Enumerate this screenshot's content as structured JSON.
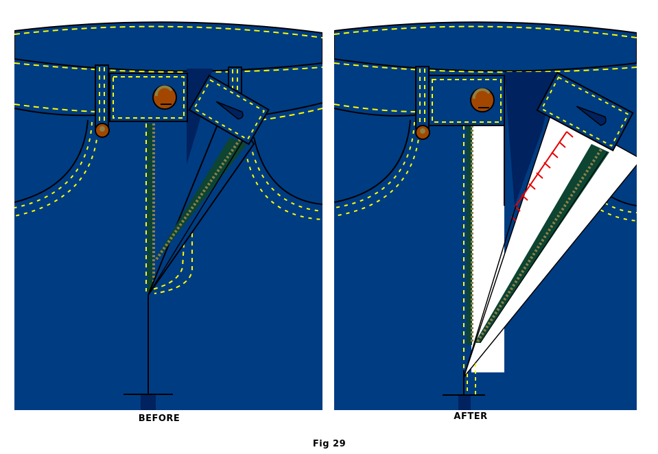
{
  "figure": {
    "caption": "Fig 29",
    "panels": [
      {
        "id": "before",
        "label": "BEFORE",
        "description": "Jeans front with zip fly, fly flap folded open showing zipper"
      },
      {
        "id": "after",
        "label": "AFTER",
        "description": "Jeans front with fly opened wider showing white lining, green zipper tape and red stitching"
      }
    ]
  },
  "colors": {
    "denim": "#003c82",
    "denim_dark": "#00225e",
    "stitching": "#ffff00",
    "outline": "#000000",
    "zipper_tape": "#0d4432",
    "zipper_teeth": "#8c8046",
    "button": "#a34700",
    "button_highlight": "#8c8046",
    "lining": "#ffffff",
    "red_stitch": "#e60000"
  }
}
